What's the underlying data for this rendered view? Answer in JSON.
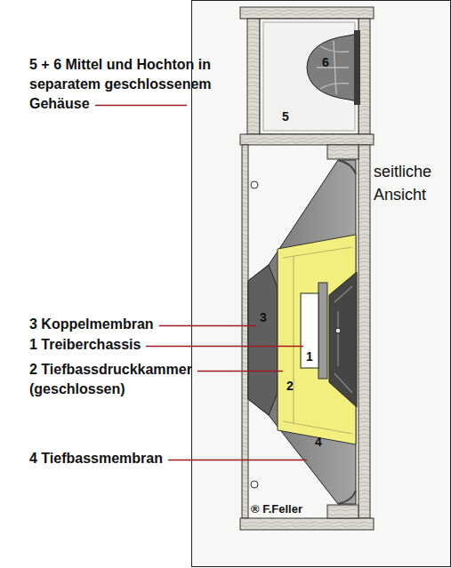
{
  "diagram": {
    "labels": [
      "5 + 6 Mittel und Hochton in separatem geschlossenem Gehäuse",
      "6",
      "5",
      "seitliche Ansicht",
      "3 Koppelmembran",
      "3",
      "1 Treiberchassis",
      "1",
      "2 Tiefbassdruckkammer (geschlossen)",
      "2",
      "4 Tiefbassmembran",
      "4",
      "® F.Feller"
    ]
  }
}
